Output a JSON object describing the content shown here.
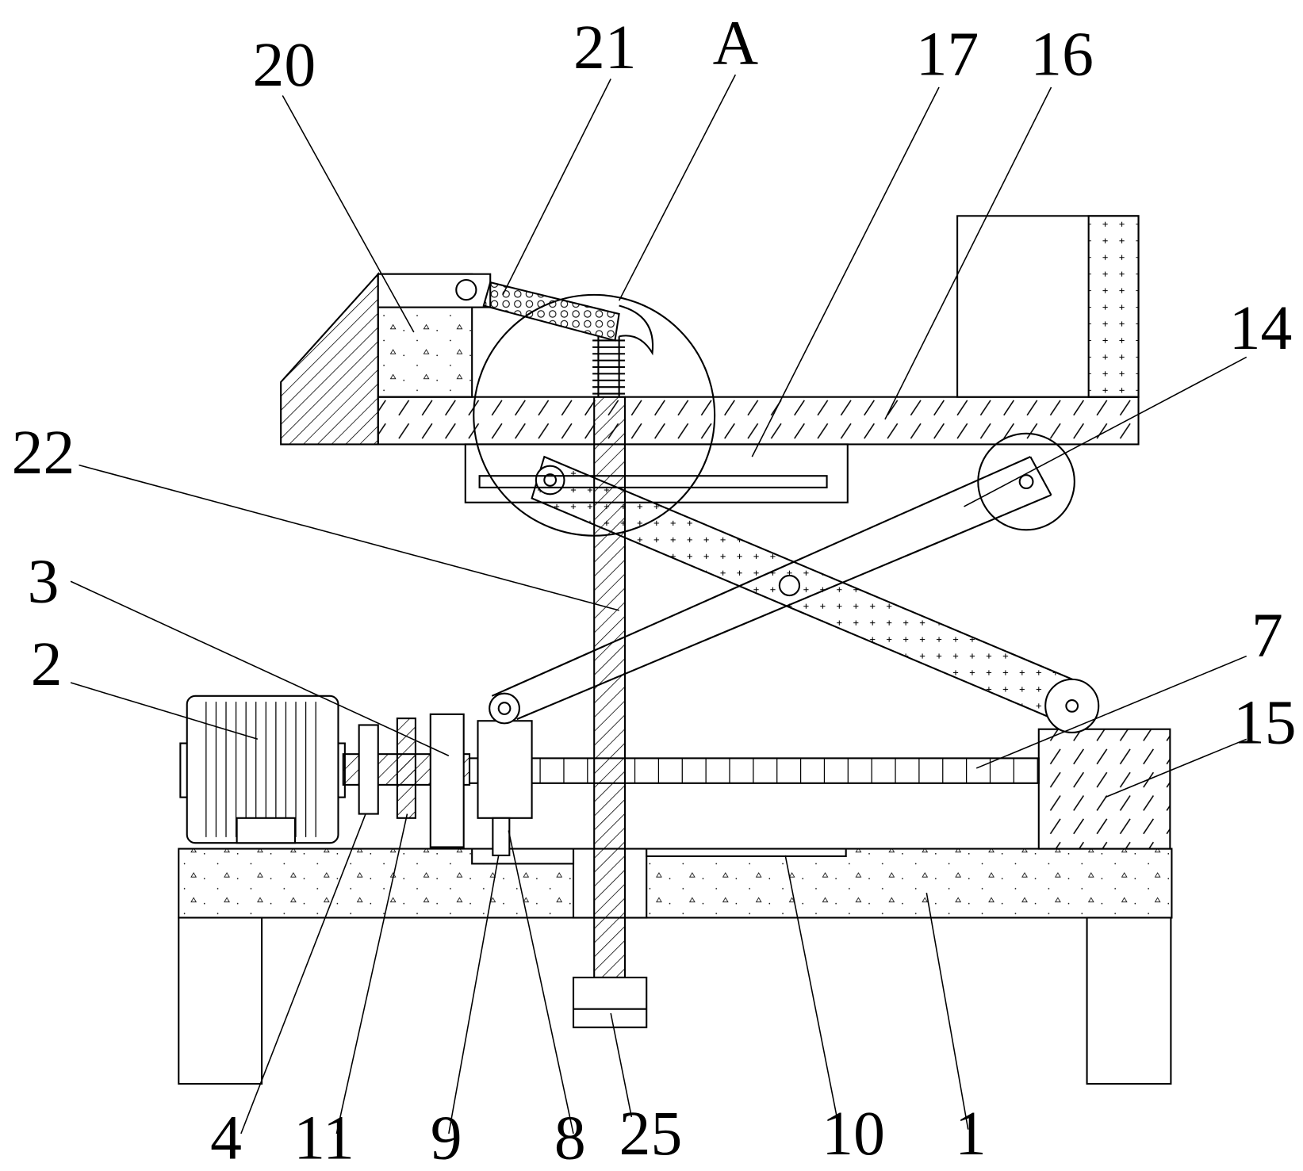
{
  "labels": {
    "l20": "20",
    "l21": "21",
    "lA": "A",
    "l17": "17",
    "l16": "16",
    "l14": "14",
    "l22": "22",
    "l3": "3",
    "l2": "2",
    "l7": "7",
    "l15": "15",
    "l4": "4",
    "l11": "11",
    "l9": "9",
    "l8": "8",
    "l25": "25",
    "l10": "10",
    "l1": "1"
  }
}
